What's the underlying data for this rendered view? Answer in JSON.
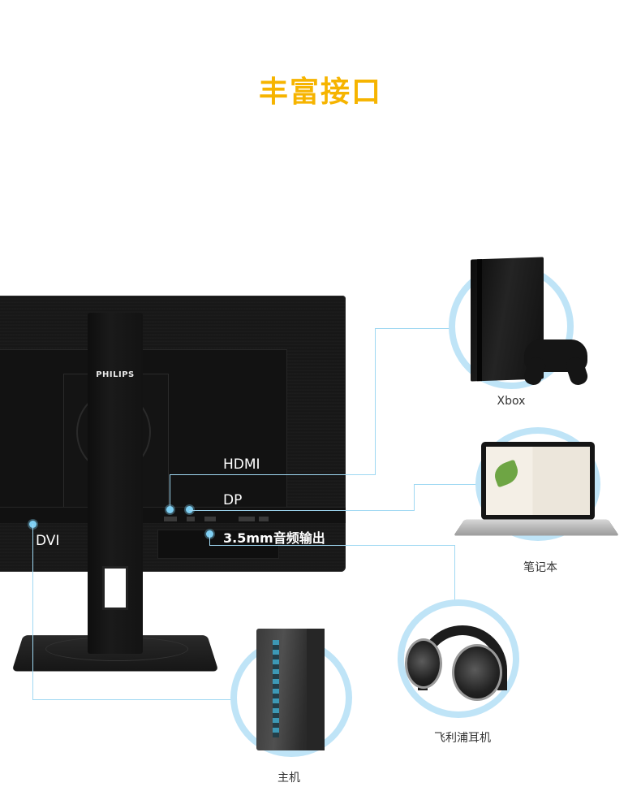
{
  "title": "丰富接口",
  "monitor": {
    "brand": "PHILIPS"
  },
  "ports": {
    "hdmi": "HDMI",
    "dp": "DP",
    "audio": "3.5mm音频输出",
    "dvi": "DVI"
  },
  "devices": {
    "console": "Xbox",
    "laptop": "笔记本",
    "headphones": "飞利浦耳机",
    "pc": "主机"
  },
  "colors": {
    "title": "#f6b400",
    "line": "#9fd8f2",
    "bubble": "#bfe4f7"
  }
}
